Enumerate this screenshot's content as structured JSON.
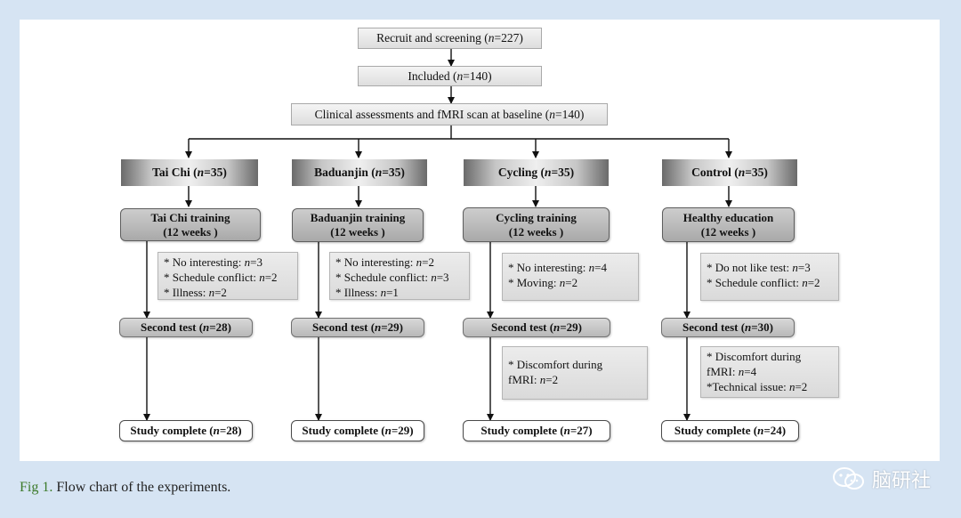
{
  "top": {
    "recruit": {
      "label": "Recruit and screening (",
      "n": "n",
      "value": "=227)"
    },
    "included": {
      "label": "Included (",
      "n": "n",
      "value": "=140)"
    },
    "baseline": {
      "label": "Clinical assessments and fMRI scan at baseline (",
      "n": "n",
      "value": "=140)"
    }
  },
  "arms": [
    {
      "header": {
        "label": "Tai Chi  (",
        "n": "n",
        "value": "=35)"
      },
      "training": {
        "line1": "Tai Chi  training",
        "line2": "(12 weeks )"
      },
      "dropout1": [
        {
          "prefix": "* No interesting: ",
          "n": "n",
          "value": "=3"
        },
        {
          "prefix": "* Schedule conflict: ",
          "n": "n",
          "value": "=2"
        },
        {
          "prefix": "* Illness: ",
          "n": "n",
          "value": "=2"
        }
      ],
      "second": {
        "label": "Second test (",
        "n": "n",
        "value": "=28)"
      },
      "dropout2": [],
      "complete": {
        "label": "Study complete (",
        "n": "n",
        "value": "=28)"
      }
    },
    {
      "header": {
        "label": "Baduanjin (",
        "n": "n",
        "value": "=35)"
      },
      "training": {
        "line1": "Baduanjin training",
        "line2": "(12 weeks )"
      },
      "dropout1": [
        {
          "prefix": "* No interesting: ",
          "n": "n",
          "value": "=2"
        },
        {
          "prefix": "* Schedule conflict: ",
          "n": "n",
          "value": "=3"
        },
        {
          "prefix": "* Illness: ",
          "n": "n",
          "value": "=1"
        }
      ],
      "second": {
        "label": "Second test (",
        "n": "n",
        "value": "=29)"
      },
      "dropout2": [],
      "complete": {
        "label": "Study complete (",
        "n": "n",
        "value": "=29)"
      }
    },
    {
      "header": {
        "label": "Cycling (",
        "n": "n",
        "value": "=35)"
      },
      "training": {
        "line1": "Cycling training",
        "line2": "(12 weeks )"
      },
      "dropout1": [
        {
          "prefix": "* No interesting: ",
          "n": "n",
          "value": "=4"
        },
        {
          "prefix": "* Moving: ",
          "n": "n",
          "value": "=2"
        }
      ],
      "second": {
        "label": "Second test (",
        "n": "n",
        "value": "=29)"
      },
      "dropout2": [
        {
          "prefix": "* Discomfort during",
          "n": "",
          "value": ""
        },
        {
          "prefix": "fMRI: ",
          "n": "n",
          "value": "=2"
        }
      ],
      "complete": {
        "label": "Study complete (",
        "n": "n",
        "value": "=27)"
      }
    },
    {
      "header": {
        "label": "Control (",
        "n": "n",
        "value": "=35)"
      },
      "training": {
        "line1": "Healthy education",
        "line2": "(12 weeks )"
      },
      "dropout1": [
        {
          "prefix": "* Do not like test: ",
          "n": "n",
          "value": "=3"
        },
        {
          "prefix": "* Schedule conflict: ",
          "n": "n",
          "value": "=2"
        }
      ],
      "second": {
        "label": "Second test (",
        "n": "n",
        "value": "=30)"
      },
      "dropout2": [
        {
          "prefix": "* Discomfort during",
          "n": "",
          "value": ""
        },
        {
          "prefix": "fMRI: ",
          "n": "n",
          "value": "=4"
        },
        {
          "prefix": "*Technical issue: ",
          "n": "n",
          "value": "=2"
        }
      ],
      "complete": {
        "label": "Study complete  (",
        "n": "n",
        "value": "=24)"
      }
    }
  ],
  "caption": {
    "fig": "Fig 1.",
    "text": " Flow chart of the experiments."
  },
  "watermark": {
    "text": "脑研社",
    "icon": "wechat-icon"
  }
}
